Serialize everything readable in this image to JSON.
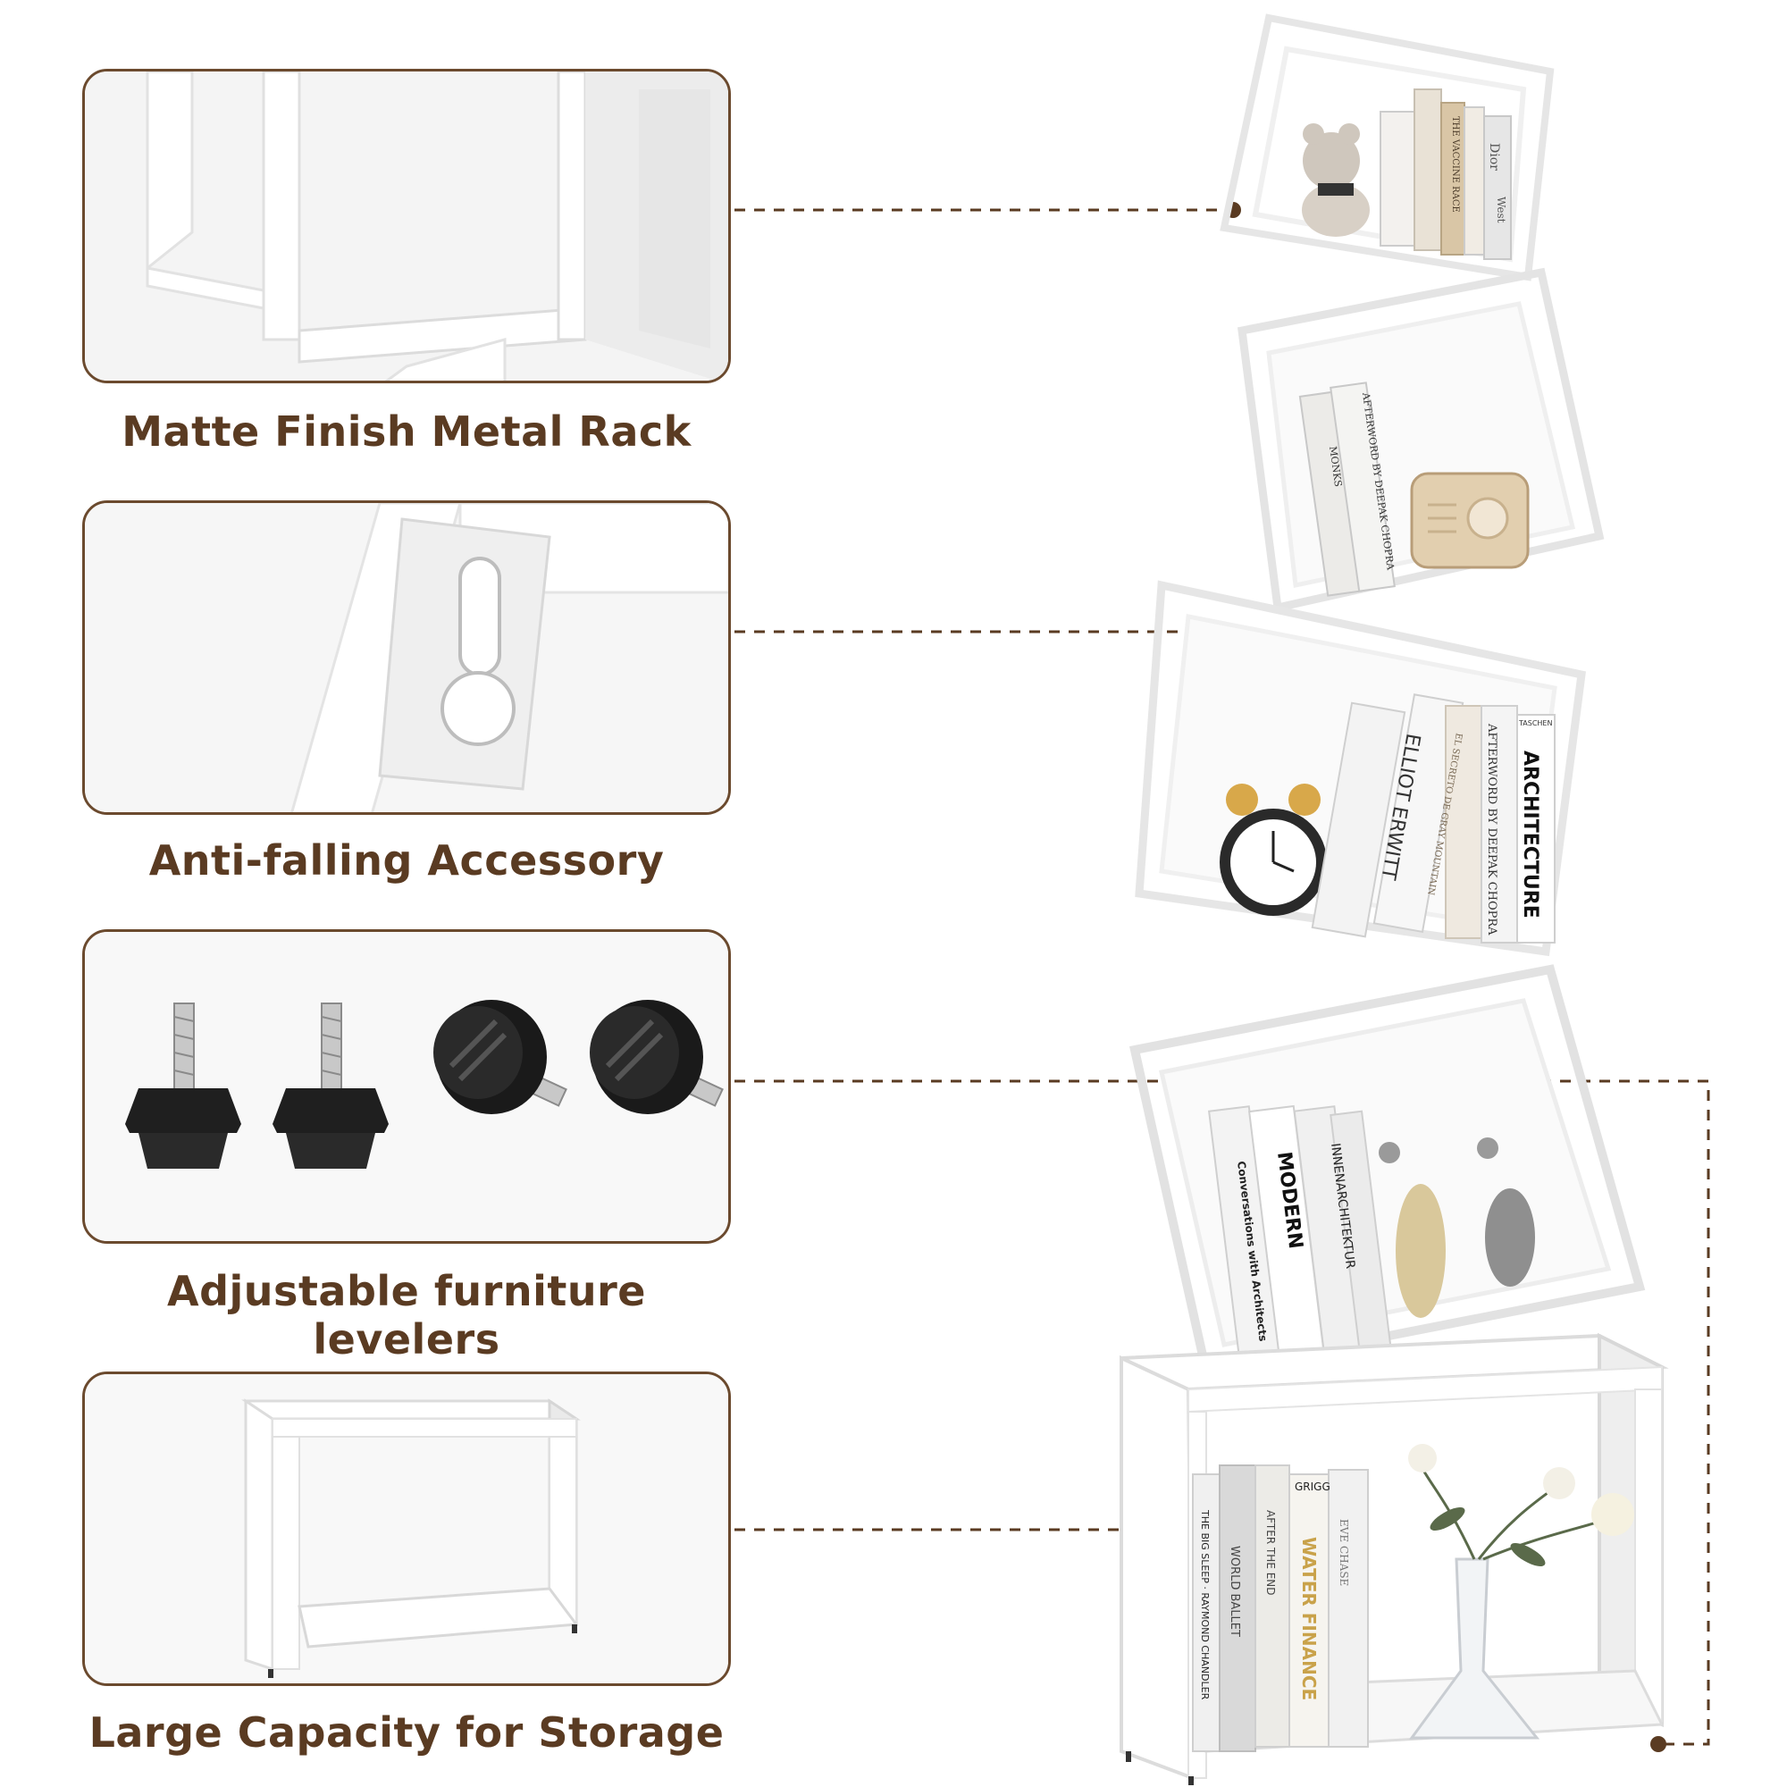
{
  "features": [
    {
      "caption": "Matte Finish Metal Rack",
      "icon": "metal-rack-closeup"
    },
    {
      "caption": "Anti-falling Accessory",
      "icon": "keyhole-bracket"
    },
    {
      "caption": "Adjustable furniture levelers",
      "icon": "leveler-feet"
    },
    {
      "caption": "Large Capacity for Storage",
      "icon": "base-cube"
    }
  ],
  "colors": {
    "accent": "#5a3b22",
    "border": "#6b4a2e",
    "shelf": "#ffffff",
    "shelf_edge": "#dcdcdc",
    "rubber": "#1f1f1f"
  },
  "book_spines": {
    "top": [
      "THE VACCINE RACE",
      "Dior",
      "West"
    ],
    "second": [
      "AFTERWORD BY DEEPAK CHOPRA",
      "MONKS"
    ],
    "third": [
      "ELLIOT ERWITT",
      "EL SECRETO DE GRAY MOUNTAIN",
      "AFTERWORD BY DEEPAK CHOPRA",
      "ARCHITECTURE",
      "TASCHEN"
    ],
    "fourth": [
      "Conversations with Architects",
      "MODERN",
      "INNENARCHITEKTUR"
    ],
    "bottom": [
      "THE BIG SLEEP · RAYMOND CHANDLER",
      "WORLD BALLET",
      "AFTER THE END",
      "WATER FINANCE",
      "GRIGG",
      "EVE CHASE"
    ]
  }
}
